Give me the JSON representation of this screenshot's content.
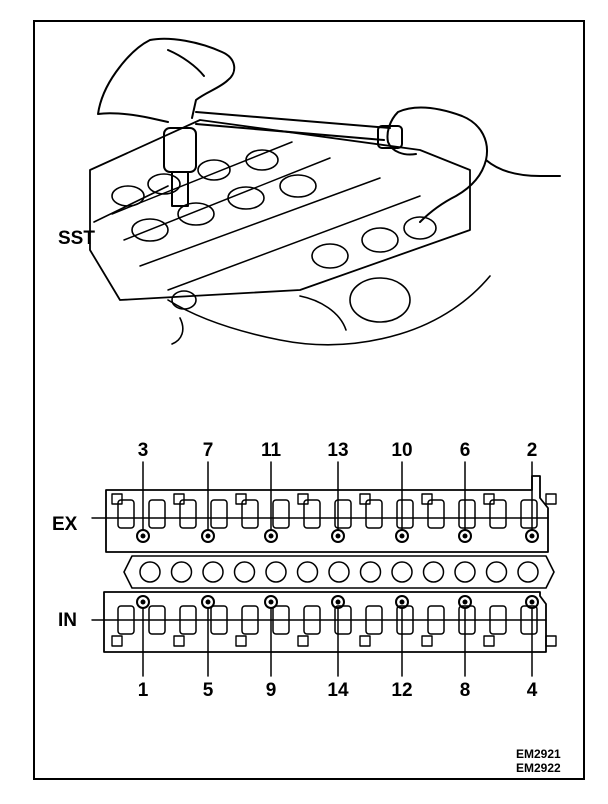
{
  "labels": {
    "sst": "SST",
    "exhaust": "EX",
    "intake": "IN"
  },
  "codes": [
    "EM2921",
    "EM2922"
  ],
  "exhaust_sequence": [
    "3",
    "7",
    "11",
    "13",
    "10",
    "6",
    "2"
  ],
  "intake_sequence": [
    "1",
    "5",
    "9",
    "14",
    "12",
    "8",
    "4"
  ],
  "colors": {
    "ink": "#000000",
    "paper": "#ffffff"
  }
}
